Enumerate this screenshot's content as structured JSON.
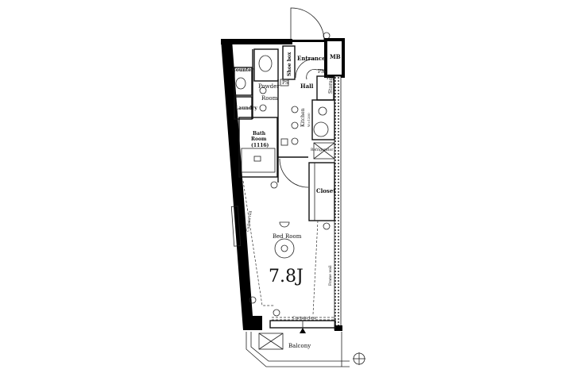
{
  "plan": {
    "rooms": {
      "entrance": "Entrance",
      "mb": "MB",
      "shoe_box": "Shoe box",
      "ps": "PS",
      "ps2": "PS",
      "hall": "Hall",
      "storage": "Storage",
      "counter": "Counter",
      "powder_room_1": "Powder",
      "powder_room_2": "Room",
      "laundry": "Laundry",
      "bath_room_1": "Bath",
      "bath_room_2": "Room",
      "bath_size": "(1116)",
      "kitchen": "Kitchen",
      "kitchen_width": "W=1200",
      "refrigerator": "Refrigerator",
      "closet": "Closet",
      "bed_room": "Bed Room",
      "area": "7.8J",
      "curtain_box": "Curtain box",
      "curtain_rail": "Curtain rail",
      "frame_wall": "Frame wall",
      "balcony": "Balcony"
    }
  }
}
